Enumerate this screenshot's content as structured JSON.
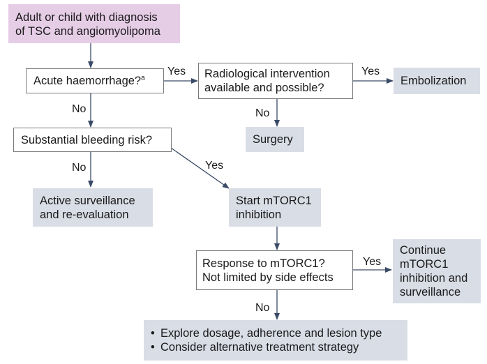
{
  "nodes": {
    "start": {
      "lines": [
        "Adult or child with diagnosis",
        "of TSC and angiomyolipoma"
      ]
    },
    "acute": {
      "text": "Acute haemorrhage?",
      "sup": "a"
    },
    "radiological": {
      "lines": [
        "Radiological intervention",
        "available and possible?"
      ]
    },
    "embolization": {
      "text": "Embolization"
    },
    "surgery": {
      "text": "Surgery"
    },
    "bleeding": {
      "text": "Substantial bleeding risk?"
    },
    "surveillance": {
      "lines": [
        "Active surveillance",
        "and re-evaluation"
      ]
    },
    "mtorc1_start": {
      "lines": [
        "Start mTORC1",
        "inhibition"
      ]
    },
    "response": {
      "lines": [
        "Response to mTORC1?",
        "Not limited by side effects"
      ]
    },
    "continue": {
      "lines": [
        "Continue",
        "mTORC1",
        "inhibition and",
        "surveillance"
      ]
    },
    "explore": {
      "bullets": [
        "Explore dosage, adherence and lesion type",
        "Consider alternative treatment strategy"
      ]
    }
  },
  "edge_labels": {
    "acute_yes": "Yes",
    "acute_no": "No",
    "radiological_yes": "Yes",
    "radiological_no": "No",
    "bleeding_no": "No",
    "bleeding_yes": "Yes",
    "response_yes": "Yes",
    "response_no": "No"
  },
  "colors": {
    "start_fill": "#e6cde6",
    "action_fill": "#d9dde6",
    "decision_border": "#7a7a7a",
    "arrow": "#3a4a66"
  }
}
